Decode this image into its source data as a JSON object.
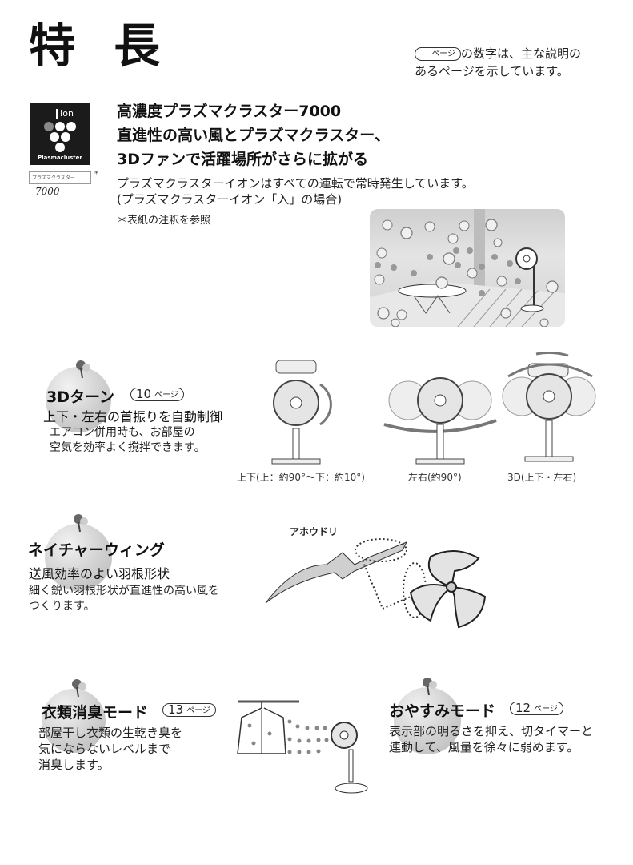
{
  "header": {
    "title": "特 長",
    "legend_pill": "ページ",
    "legend_line1": "の数字は、主な説明の",
    "legend_line2": "あるページを示しています。"
  },
  "plasmacluster": {
    "logo_ion": "Ion",
    "logo_caption": "Plasmacluster",
    "badge_small": "プラズマクラスター",
    "badge_number": "7000",
    "badge_star": "*",
    "title_lines": [
      "高濃度プラズマクラスター7000",
      "直進性の高い風とプラズマクラスター、",
      "3Dファンで活躍場所がさらに拡がる"
    ],
    "desc_lines": [
      "プラズマクラスターイオンはすべての運転で常時発生しています。",
      "(プラズマクラスターイオン「入」の場合)"
    ],
    "note": "＊表紙の注釈を参照"
  },
  "features": {
    "turn3d": {
      "title": "3Dターン",
      "page_num": "10",
      "page_label": "ページ",
      "subtitle": "上下・左右の首振りを自動制御",
      "desc_lines": [
        "エアコン併用時も、お部屋の",
        "空気を効率よく撹拌できます。"
      ],
      "captions": [
        "上下(上：約90°〜下：約10°)",
        "左右(約90°)",
        "3D(上下・左右)"
      ]
    },
    "nature_wing": {
      "title": "ネイチャーウィング",
      "subtitle": "送風効率のよい羽根形状",
      "desc_lines": [
        "細く鋭い羽根形状が直進性の高い風を",
        "つくります。"
      ],
      "bird_label": "アホウドリ"
    },
    "clothes_deodorize": {
      "title": "衣類消臭モード",
      "page_num": "13",
      "page_label": "ページ",
      "desc_lines": [
        "部屋干し衣類の生乾き臭を",
        "気にならないレベルまで",
        "消臭します。"
      ]
    },
    "sleep_mode": {
      "title": "おやすみモード",
      "page_num": "12",
      "page_label": "ページ",
      "desc_lines": [
        "表示部の明るさを抑え、切タイマーと",
        "連動して、風量を徐々に弱めます。"
      ]
    }
  }
}
